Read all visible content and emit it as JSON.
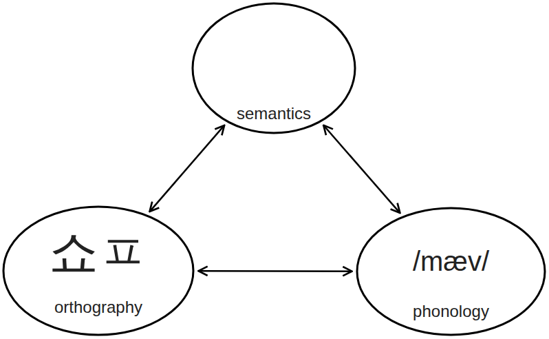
{
  "diagram": {
    "nodes": [
      {
        "text": [
          "semantics"
        ]
      },
      {
        "text": [
          "쇼ㅍ",
          "orthography"
        ]
      },
      {
        "text": [
          "/mæv/",
          "phonology"
        ]
      }
    ],
    "edges": [
      {
        "from": 0,
        "to": 1,
        "arrow": "both"
      },
      {
        "from": 0,
        "to": 2,
        "arrow": "both"
      },
      {
        "from": 1,
        "to": 2,
        "arrow": "both"
      }
    ]
  }
}
